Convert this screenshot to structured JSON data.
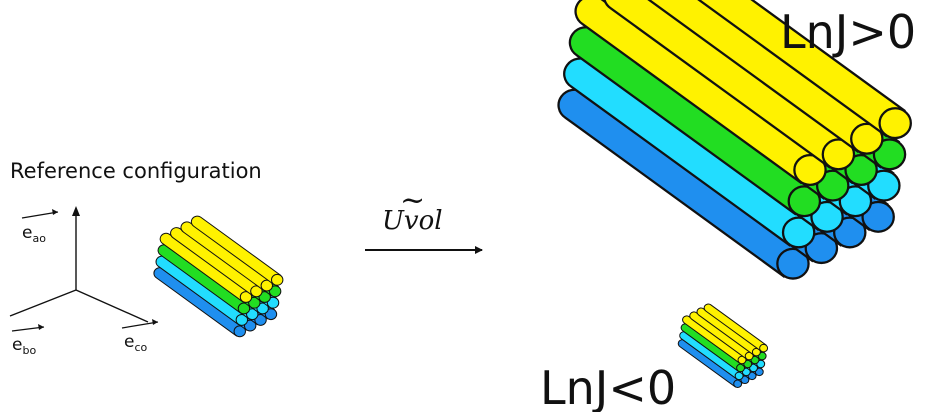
{
  "reference_label": "Reference configuration",
  "axes": {
    "a": {
      "base": "e",
      "sub": "a",
      "subsub": "o"
    },
    "b": {
      "base": "e",
      "sub": "b",
      "subsub": "o"
    },
    "c": {
      "base": "e",
      "sub": "c",
      "subsub": "o"
    }
  },
  "operator": {
    "symbol": "Uvol",
    "accent": "~"
  },
  "states": {
    "expanded": "LnJ>0",
    "compressed": "LnJ<0"
  },
  "colors": {
    "yellow": "#fff200",
    "green": "#22dd22",
    "cyan": "#22ddff",
    "blue": "#1f8fef",
    "outline": "#111111"
  }
}
